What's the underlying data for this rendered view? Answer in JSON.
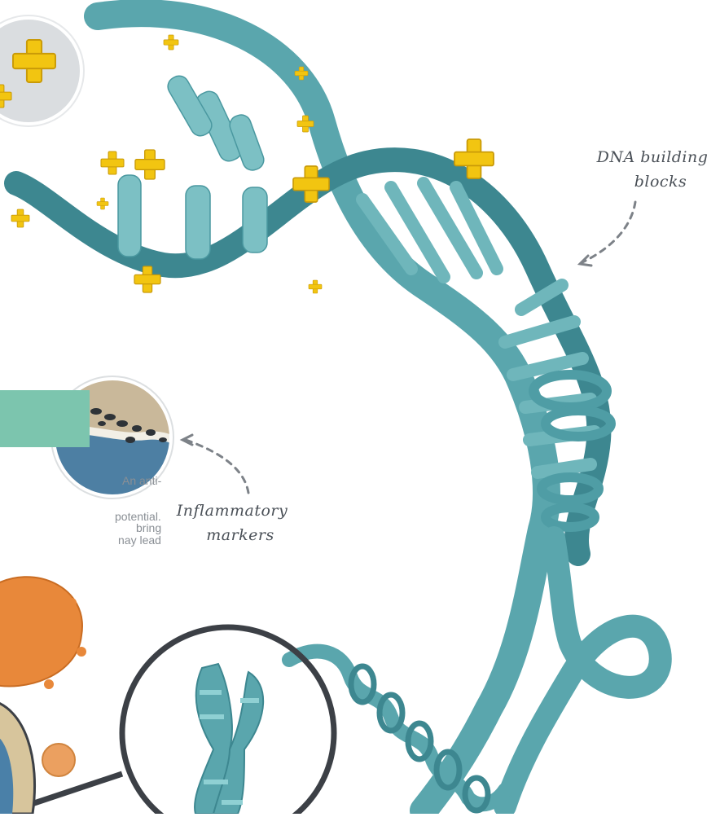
{
  "labels": {
    "dna_building_blocks": [
      "DNA building",
      "blocks"
    ],
    "inflammatory_markers": [
      "Inflammatory",
      "markers"
    ]
  },
  "body_fragments": [
    "An anti-",
    "potential.",
    "bring",
    "nay lead"
  ],
  "colors": {
    "ribbon": "#5aa6ad",
    "ribbon_dark": "#3d8790",
    "ribbon_light": "#7cc0c4",
    "plus_yellow": "#f2c511",
    "teal_bar": "#7cc5ae",
    "inflammatory_top": "#c9b89a",
    "inflammatory_bottom": "#4d7fa3",
    "virus_orange": "#e8883a",
    "outline": "#3c4046"
  }
}
